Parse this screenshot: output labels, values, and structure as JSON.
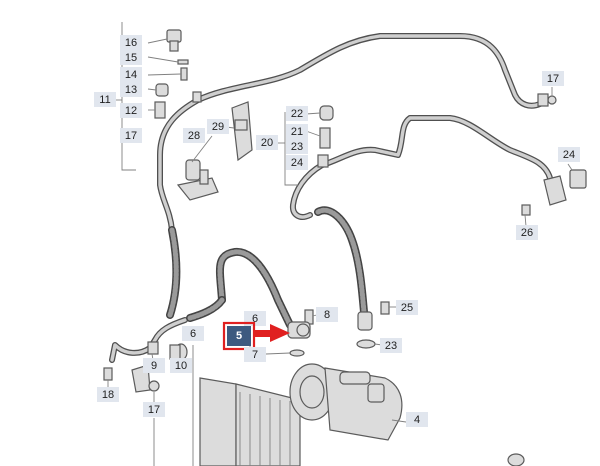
{
  "callouts": {
    "c16": "16",
    "c15": "15",
    "c14": "14",
    "c13": "13",
    "c11": "11",
    "c12": "12",
    "c17a": "17",
    "c28": "28",
    "c29": "29",
    "c22": "22",
    "c21": "21",
    "c20": "20",
    "c23a": "23",
    "c24a": "24",
    "c17b": "17",
    "c24b": "24",
    "c26": "26",
    "c6a": "6",
    "c8": "8",
    "c25": "25",
    "c5": "5",
    "c7": "7",
    "c23b": "23",
    "c6b": "6",
    "c9": "9",
    "c10": "10",
    "c18": "18",
    "c17c": "17",
    "c4": "4"
  },
  "highlight": {
    "part": "5",
    "color": "#e02020",
    "fill": "#3d5a80"
  }
}
